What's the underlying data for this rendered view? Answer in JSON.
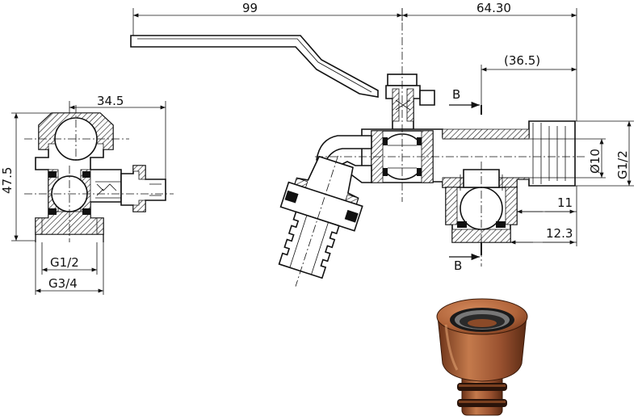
{
  "dimensions": {
    "handle_length": "99",
    "spout_length": "64.30",
    "side_depth": "34.5",
    "outlet_offset": "36.5",
    "height": "47.5",
    "bore": "Ø10",
    "outlet_thread": "G1/2",
    "thread_length": "11",
    "outlet_height": "12.3",
    "inlet_thread_inner": "G1/2",
    "inlet_thread_outer": "G3/4"
  },
  "section_labels": {
    "top": "B",
    "bottom": "B"
  },
  "colors": {
    "line": "#111111",
    "adapter_copper": "#b0643a",
    "adapter_dark": "#5a2a14",
    "background": "#ffffff"
  }
}
